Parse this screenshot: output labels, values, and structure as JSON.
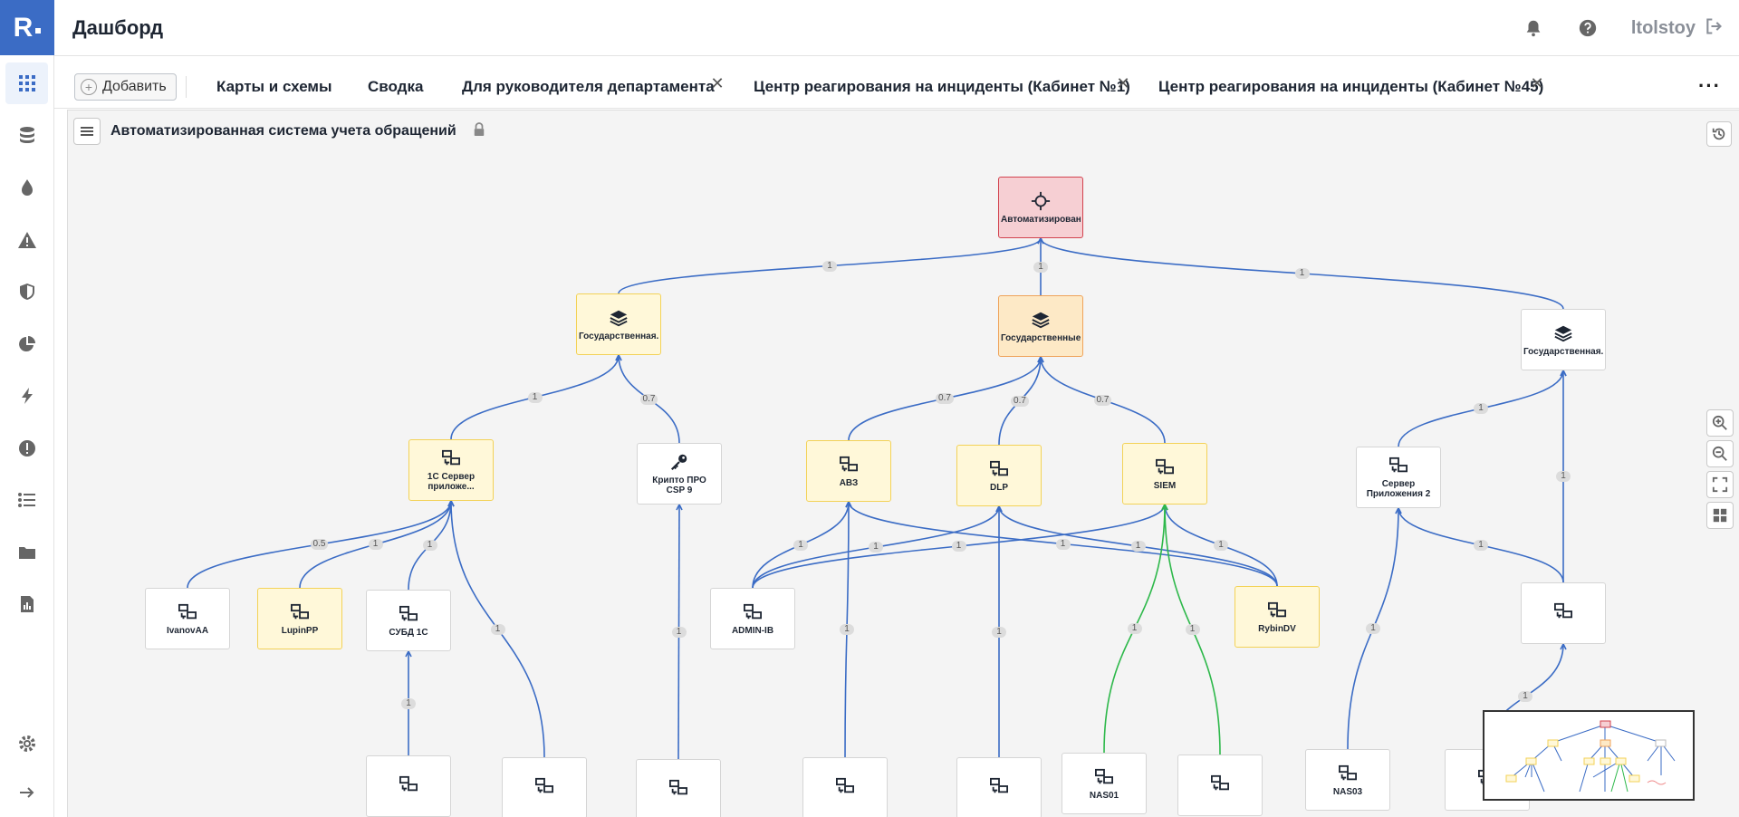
{
  "header": {
    "title": "Дашборд",
    "user": "ltolstoy"
  },
  "toolbar": {
    "add_label": "Добавить"
  },
  "tabs": [
    {
      "label": "Карты и схемы",
      "closable": false
    },
    {
      "label": "Сводка",
      "closable": false
    },
    {
      "label": "Для руководителя департамента",
      "closable": true
    },
    {
      "label": "Центр реагирования на инциденты (Кабинет №1)",
      "closable": true
    },
    {
      "label": "Центр реагирования на инциденты (Кабинет №45)",
      "closable": true
    }
  ],
  "map": {
    "title": "Автоматизированная система учета обращений",
    "nodes": [
      {
        "id": "root",
        "label": "Автоматизирован...",
        "icon": "target-icon",
        "status": "red"
      },
      {
        "id": "g1",
        "label": "Государственная...",
        "icon": "layers-icon",
        "status": "yellow"
      },
      {
        "id": "g2",
        "label": "Государственные...",
        "icon": "layers-icon",
        "status": "orange"
      },
      {
        "id": "g3",
        "label": "Государственная...",
        "icon": "layers-icon",
        "status": "normal"
      },
      {
        "id": "s1c",
        "label": "1С Сервер приложе...",
        "icon": "network-icon",
        "status": "yellow"
      },
      {
        "id": "crypto",
        "label": "Крипто ПРО\nCSP 9",
        "icon": "key-icon",
        "status": "normal"
      },
      {
        "id": "avz",
        "label": "АВЗ",
        "icon": "network-icon",
        "status": "yellow"
      },
      {
        "id": "dlp",
        "label": "DLP",
        "icon": "network-icon",
        "status": "yellow"
      },
      {
        "id": "siem",
        "label": "SIEM",
        "icon": "network-icon",
        "status": "yellow"
      },
      {
        "id": "app2",
        "label": "Сервер\nПриложения 2",
        "icon": "network-icon",
        "status": "normal"
      },
      {
        "id": "ivanov",
        "label": "IvanovAA",
        "icon": "network-icon",
        "status": "normal"
      },
      {
        "id": "lupin",
        "label": "LupinPP",
        "icon": "network-icon",
        "status": "yellow"
      },
      {
        "id": "dbms",
        "label": "СУБД 1С",
        "icon": "network-icon",
        "status": "normal"
      },
      {
        "id": "admin",
        "label": "ADMIN-IB",
        "icon": "network-icon",
        "status": "normal"
      },
      {
        "id": "rybin",
        "label": "RybinDV",
        "icon": "network-icon",
        "status": "yellow"
      },
      {
        "id": "g3mid",
        "label": "",
        "icon": "network-icon",
        "status": "normal"
      },
      {
        "id": "b1",
        "label": "",
        "icon": "network-icon",
        "status": "normal"
      },
      {
        "id": "b2",
        "label": "",
        "icon": "network-icon",
        "status": "normal"
      },
      {
        "id": "b3",
        "label": "",
        "icon": "network-icon",
        "status": "normal"
      },
      {
        "id": "b4",
        "label": "",
        "icon": "network-icon",
        "status": "normal"
      },
      {
        "id": "b5",
        "label": "",
        "icon": "network-icon",
        "status": "normal"
      },
      {
        "id": "b6",
        "label": "NAS01",
        "icon": "network-icon",
        "status": "normal"
      },
      {
        "id": "b7",
        "label": "",
        "icon": "network-icon",
        "status": "normal"
      },
      {
        "id": "nas03",
        "label": "NAS03",
        "icon": "network-icon",
        "status": "normal"
      },
      {
        "id": "b9",
        "label": "",
        "icon": "network-icon",
        "status": "normal"
      }
    ],
    "edges": [
      {
        "from": "g1",
        "to": "root",
        "label": "1",
        "color": "#3b6cc5"
      },
      {
        "from": "g2",
        "to": "root",
        "label": "1",
        "color": "#3b6cc5"
      },
      {
        "from": "g3",
        "to": "root",
        "label": "1",
        "color": "#3b6cc5"
      },
      {
        "from": "s1c",
        "to": "g1",
        "label": "1",
        "color": "#3b6cc5"
      },
      {
        "from": "crypto",
        "to": "g1",
        "label": "0.7",
        "color": "#3b6cc5"
      },
      {
        "from": "avz",
        "to": "g2",
        "label": "0.7",
        "color": "#3b6cc5"
      },
      {
        "from": "dlp",
        "to": "g2",
        "label": "0.7",
        "color": "#3b6cc5"
      },
      {
        "from": "siem",
        "to": "g2",
        "label": "0.7",
        "color": "#3b6cc5"
      },
      {
        "from": "app2",
        "to": "g3",
        "label": "1",
        "color": "#3b6cc5"
      },
      {
        "from": "g3mid",
        "to": "g3",
        "label": "1",
        "color": "#3b6cc5"
      },
      {
        "from": "ivanov",
        "to": "s1c",
        "label": "0.5",
        "color": "#3b6cc5"
      },
      {
        "from": "lupin",
        "to": "s1c",
        "label": "1",
        "color": "#3b6cc5"
      },
      {
        "from": "dbms",
        "to": "s1c",
        "label": "1",
        "color": "#3b6cc5"
      },
      {
        "from": "b2",
        "to": "s1c",
        "label": "1",
        "color": "#3b6cc5"
      },
      {
        "from": "b1",
        "to": "dbms",
        "label": "1",
        "color": "#3b6cc5"
      },
      {
        "from": "b3",
        "to": "crypto",
        "label": "1",
        "color": "#3b6cc5"
      },
      {
        "from": "admin",
        "to": "avz",
        "label": "1",
        "color": "#3b6cc5"
      },
      {
        "from": "admin",
        "to": "dlp",
        "label": "1",
        "color": "#3b6cc5"
      },
      {
        "from": "admin",
        "to": "siem",
        "label": "1",
        "color": "#3b6cc5"
      },
      {
        "from": "rybin",
        "to": "avz",
        "label": "1",
        "color": "#3b6cc5"
      },
      {
        "from": "rybin",
        "to": "dlp",
        "label": "1",
        "color": "#3b6cc5"
      },
      {
        "from": "rybin",
        "to": "siem",
        "label": "1",
        "color": "#3b6cc5"
      },
      {
        "from": "b4",
        "to": "avz",
        "label": "1",
        "color": "#3b6cc5"
      },
      {
        "from": "b5",
        "to": "dlp",
        "label": "1",
        "color": "#3b6cc5"
      },
      {
        "from": "b6",
        "to": "siem",
        "label": "1",
        "color": "#2db84a"
      },
      {
        "from": "b7",
        "to": "siem",
        "label": "1",
        "color": "#2db84a"
      },
      {
        "from": "nas03",
        "to": "app2",
        "label": "1",
        "color": "#3b6cc5"
      },
      {
        "from": "g3mid",
        "to": "app2",
        "label": "1",
        "color": "#3b6cc5"
      },
      {
        "from": "b9",
        "to": "g3mid",
        "label": "1",
        "color": "#3b6cc5"
      }
    ]
  },
  "colors": {
    "accent": "#3b6cc5",
    "edge": "#3b6cc5",
    "edge_ok": "#2db84a",
    "status_red": "#d2424e",
    "status_orange": "#efa35a",
    "status_yellow": "#f3d257"
  }
}
